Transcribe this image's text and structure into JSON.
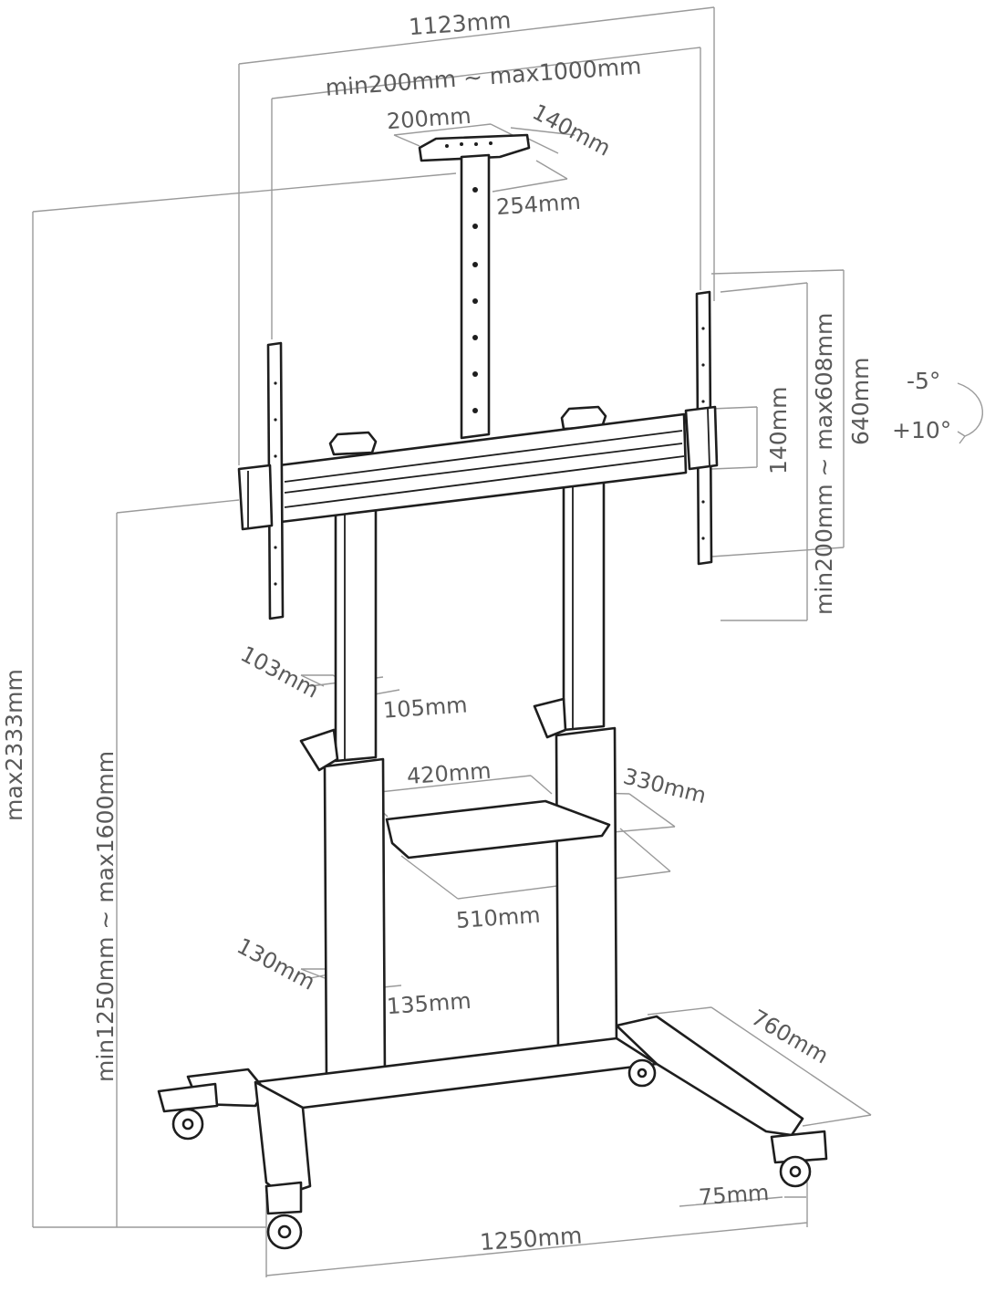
{
  "colors": {
    "line": "#1e1e1e",
    "dimension": "#9a9a9a",
    "label": "#5a5a5a",
    "background": "#ffffff"
  },
  "labels": {
    "overall_width": "1123mm",
    "vesa_width_range": "min200mm ~ max1000mm",
    "shelf_top_width": "200mm",
    "shelf_top_depth": "140mm",
    "shelf_top_height": "254mm",
    "vesa_height_range": "min200mm ~ max608mm",
    "bracket_height": "640mm",
    "crossbar_height": "140mm",
    "tilt_up": "-5°",
    "tilt_down": "+10°",
    "max_height": "max2333mm",
    "center_height_range": "min1250mm ~ max1600mm",
    "upper_pole_depth": "103mm",
    "upper_pole_width": "105mm",
    "shelf_width": "420mm",
    "shelf_depth": "330mm",
    "shelf_diagonal": "510mm",
    "lower_pole_depth": "130mm",
    "lower_pole_width": "135mm",
    "base_depth": "760mm",
    "caster_height": "75mm",
    "base_width": "1250mm"
  }
}
